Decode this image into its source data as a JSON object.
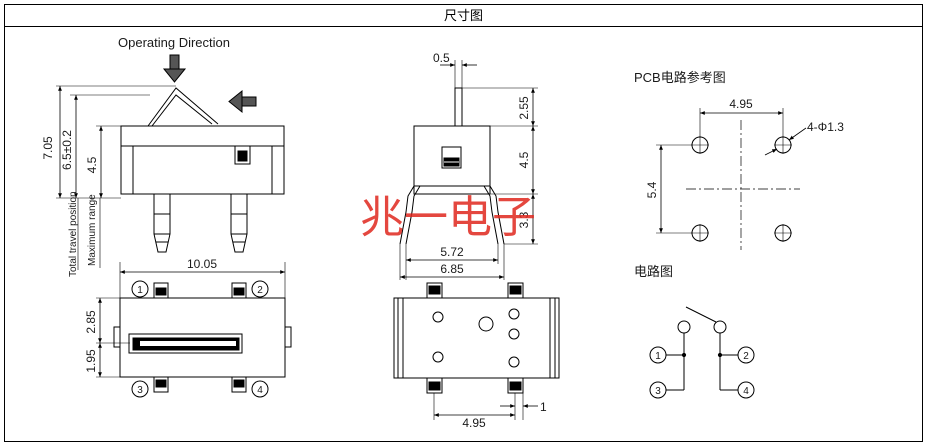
{
  "title": "尺寸图",
  "side_view": {
    "operating_direction": "Operating Direction",
    "dim_705": "7.05",
    "dim_65": "6.5±0.2",
    "dim_45": "4.5",
    "total_travel": "Total travel position",
    "max_range": "Maximum range"
  },
  "top_view": {
    "dim_1005": "10.05",
    "dim_285": "2.85",
    "dim_195": "1.95",
    "pin1": "1",
    "pin2": "2",
    "pin3": "3",
    "pin4": "4"
  },
  "front_view": {
    "dim_05": "0.5",
    "dim_255": "2.55",
    "dim_45": "4.5",
    "dim_33": "3.3",
    "dim_572": "5.72",
    "dim_685": "6.85"
  },
  "bottom_view": {
    "dim_495": "4.95",
    "dim_1": "1"
  },
  "pcb": {
    "title": "PCB电路参考图",
    "dim_495": "4.95",
    "dim_hole": "4-Φ1.3",
    "dim_54": "5.4"
  },
  "circuit": {
    "title": "电路图",
    "pin1": "1",
    "pin2": "2",
    "pin3": "3",
    "pin4": "4"
  },
  "watermark": "兆一电子"
}
